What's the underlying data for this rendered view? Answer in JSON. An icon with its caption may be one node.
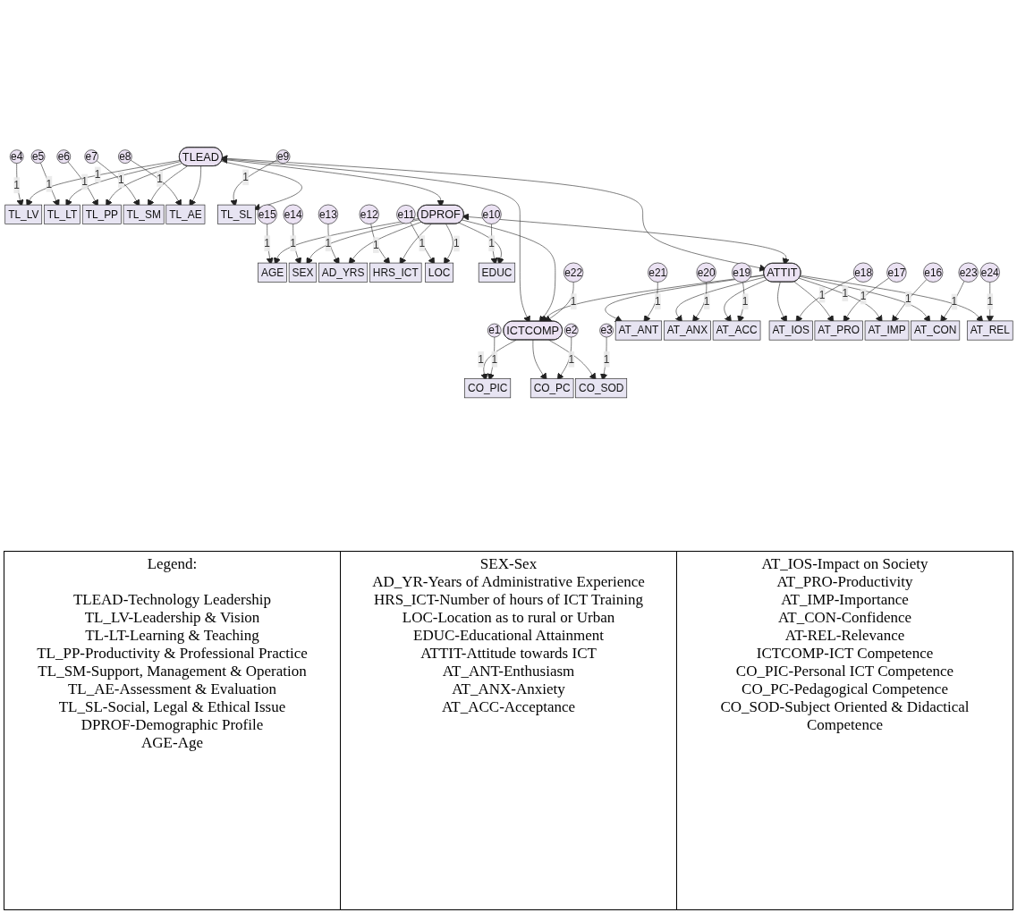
{
  "diagram": {
    "nodes": [
      {
        "text": [
          "e4"
        ]
      },
      {
        "text": [
          "e5"
        ]
      },
      {
        "text": [
          "e6"
        ]
      },
      {
        "text": [
          "e7"
        ]
      },
      {
        "text": [
          "e8"
        ]
      },
      {
        "text": [
          "e9"
        ]
      },
      {
        "text": [
          "TL_LV"
        ]
      },
      {
        "text": [
          "TL_LT"
        ]
      },
      {
        "text": [
          "TL_PP"
        ]
      },
      {
        "text": [
          "TL_SM"
        ]
      },
      {
        "text": [
          "TL_AE"
        ]
      },
      {
        "text": [
          "TL_SL"
        ]
      },
      {
        "text": [
          "TLEAD"
        ]
      },
      {
        "text": [
          "e15"
        ]
      },
      {
        "text": [
          "AGE"
        ]
      },
      {
        "text": [
          "e14"
        ]
      },
      {
        "text": [
          "SEX"
        ]
      },
      {
        "text": [
          "e13"
        ]
      },
      {
        "text": [
          "AD_YRS"
        ]
      },
      {
        "text": [
          "e12"
        ]
      },
      {
        "text": [
          "HRS_ICT"
        ]
      },
      {
        "text": [
          "e11"
        ]
      },
      {
        "text": [
          "LOC"
        ]
      },
      {
        "text": [
          "e10"
        ]
      },
      {
        "text": [
          "EDUC"
        ]
      },
      {
        "text": [
          "DPROF"
        ]
      },
      {
        "text": [
          "ICTCOMP"
        ]
      },
      {
        "text": [
          "CO_PIC"
        ]
      },
      {
        "text": [
          "e1"
        ]
      },
      {
        "text": [
          "CO_PC"
        ]
      },
      {
        "text": [
          "e2"
        ]
      },
      {
        "text": [
          "CO_SOD"
        ]
      },
      {
        "text": [
          "e3"
        ]
      },
      {
        "text": [
          "e22"
        ]
      },
      {
        "text": [
          "ATTIT"
        ]
      },
      {
        "text": [
          "AT_ANT"
        ]
      },
      {
        "text": [
          "AT_ANX"
        ]
      },
      {
        "text": [
          "AT_ACC"
        ]
      },
      {
        "text": [
          "AT_IOS"
        ]
      },
      {
        "text": [
          "AT_PRO"
        ]
      },
      {
        "text": [
          "AT_IMP"
        ]
      },
      {
        "text": [
          "AT_CON"
        ]
      },
      {
        "text": [
          "AT_REL"
        ]
      },
      {
        "text": [
          "e21"
        ]
      },
      {
        "text": [
          "e20"
        ]
      },
      {
        "text": [
          "e19"
        ]
      },
      {
        "text": [
          "e18"
        ]
      },
      {
        "text": [
          "e17"
        ]
      },
      {
        "text": [
          "e16"
        ]
      },
      {
        "text": [
          "e23"
        ]
      },
      {
        "text": [
          "e24"
        ]
      }
    ],
    "edges": [
      {
        "from": 0,
        "to": 6,
        "arrow": "to",
        "label": "1"
      },
      {
        "from": 1,
        "to": 7,
        "arrow": "to",
        "label": "1"
      },
      {
        "from": 2,
        "to": 8,
        "arrow": "to",
        "label": "1"
      },
      {
        "from": 3,
        "to": 9,
        "arrow": "to",
        "label": "1"
      },
      {
        "from": 4,
        "to": 10,
        "arrow": "to",
        "label": "1"
      },
      {
        "from": 5,
        "to": 11,
        "arrow": "to",
        "label": "1"
      },
      {
        "from": 12,
        "to": 6,
        "arrow": "to",
        "label": "1"
      },
      {
        "from": 12,
        "to": 7,
        "arrow": "to"
      },
      {
        "from": 12,
        "to": 8,
        "arrow": "to"
      },
      {
        "from": 12,
        "to": 9,
        "arrow": "to"
      },
      {
        "from": 12,
        "to": 10,
        "arrow": "to"
      },
      {
        "from": 12,
        "to": 11,
        "arrow": "to"
      },
      {
        "from": 13,
        "to": 14,
        "arrow": "to",
        "label": "1"
      },
      {
        "from": 15,
        "to": 16,
        "arrow": "to",
        "label": "1"
      },
      {
        "from": 17,
        "to": 18,
        "arrow": "to",
        "label": "1"
      },
      {
        "from": 19,
        "to": 20,
        "arrow": "to",
        "label": "1"
      },
      {
        "from": 21,
        "to": 22,
        "arrow": "to",
        "label": "1"
      },
      {
        "from": 23,
        "to": 24,
        "arrow": "to",
        "label": "1"
      },
      {
        "from": 25,
        "to": 14,
        "arrow": "to"
      },
      {
        "from": 25,
        "to": 16,
        "arrow": "to"
      },
      {
        "from": 25,
        "to": 18,
        "arrow": "to"
      },
      {
        "from": 25,
        "to": 20,
        "arrow": "to"
      },
      {
        "from": 25,
        "to": 22,
        "arrow": "to",
        "label": "1"
      },
      {
        "from": 25,
        "to": 24,
        "arrow": "to"
      },
      {
        "from": 12,
        "to": 34,
        "arrow": "both"
      },
      {
        "from": 12,
        "to": 25,
        "arrow": "both"
      },
      {
        "from": 25,
        "to": 34,
        "arrow": "both"
      },
      {
        "from": 12,
        "to": 26,
        "arrow": "to"
      },
      {
        "from": 25,
        "to": 26,
        "arrow": "to"
      },
      {
        "from": 34,
        "to": 26,
        "arrow": "to"
      },
      {
        "from": 33,
        "to": 26,
        "arrow": "to",
        "label": "1"
      },
      {
        "from": 26,
        "to": 27,
        "arrow": "to",
        "label": "1"
      },
      {
        "from": 26,
        "to": 29,
        "arrow": "to"
      },
      {
        "from": 26,
        "to": 31,
        "arrow": "to"
      },
      {
        "from": 28,
        "to": 27,
        "arrow": "to",
        "label": "1"
      },
      {
        "from": 30,
        "to": 29,
        "arrow": "to",
        "label": "1"
      },
      {
        "from": 32,
        "to": 31,
        "arrow": "to",
        "label": "1"
      },
      {
        "from": 34,
        "to": 35,
        "arrow": "to"
      },
      {
        "from": 34,
        "to": 36,
        "arrow": "to"
      },
      {
        "from": 34,
        "to": 37,
        "arrow": "to"
      },
      {
        "from": 34,
        "to": 38,
        "arrow": "to"
      },
      {
        "from": 34,
        "to": 39,
        "arrow": "to"
      },
      {
        "from": 34,
        "to": 40,
        "arrow": "to",
        "label": "1"
      },
      {
        "from": 34,
        "to": 41,
        "arrow": "to"
      },
      {
        "from": 34,
        "to": 42,
        "arrow": "to"
      },
      {
        "from": 43,
        "to": 35,
        "arrow": "to",
        "label": "1"
      },
      {
        "from": 44,
        "to": 36,
        "arrow": "to",
        "label": "1"
      },
      {
        "from": 45,
        "to": 37,
        "arrow": "to",
        "label": "1"
      },
      {
        "from": 46,
        "to": 38,
        "arrow": "to",
        "label": "1"
      },
      {
        "from": 47,
        "to": 39,
        "arrow": "to",
        "label": "1"
      },
      {
        "from": 48,
        "to": 40,
        "arrow": "to",
        "label": "1"
      },
      {
        "from": 49,
        "to": 41,
        "arrow": "to",
        "label": "1"
      },
      {
        "from": 50,
        "to": 42,
        "arrow": "to",
        "label": "1"
      }
    ],
    "labels": [
      "Legend:",
      "TLEAD-Technology Leadership",
      "TL_LV-Leadership & Vision",
      "TL-LT-Learning & Teaching",
      "TL_PP-Productivity & Professional Practice",
      "TL_SM-Support, Management & Operation",
      "TL_AE-Assessment & Evaluation",
      "TL_SL-Social, Legal & Ethical Issue",
      "DPROF-Demographic Profile",
      "AGE-Age",
      "SEX-Sex",
      "AD_YR-Years of Administrative Experience",
      "HRS_ICT-Number of hours of ICT Training",
      "LOC-Location as to rural or Urban",
      "EDUC-Educational Attainment",
      "ATTIT-Attitude towards ICT",
      "AT_ANT-Enthusiasm",
      "AT_ANX-Anxiety",
      "AT_ACC-Acceptance",
      "AT_IOS-Impact on Society",
      "AT_PRO-Productivity",
      "AT_IMP-Importance",
      "AT_CON-Confidence",
      "AT-REL-Relevance",
      "ICTCOMP-ICT Competence",
      "CO_PIC-Personal ICT Competence",
      "CO_PC-Pedagogical Competence",
      "CO_SOD-Subject Oriented & Didactical Competence"
    ]
  }
}
